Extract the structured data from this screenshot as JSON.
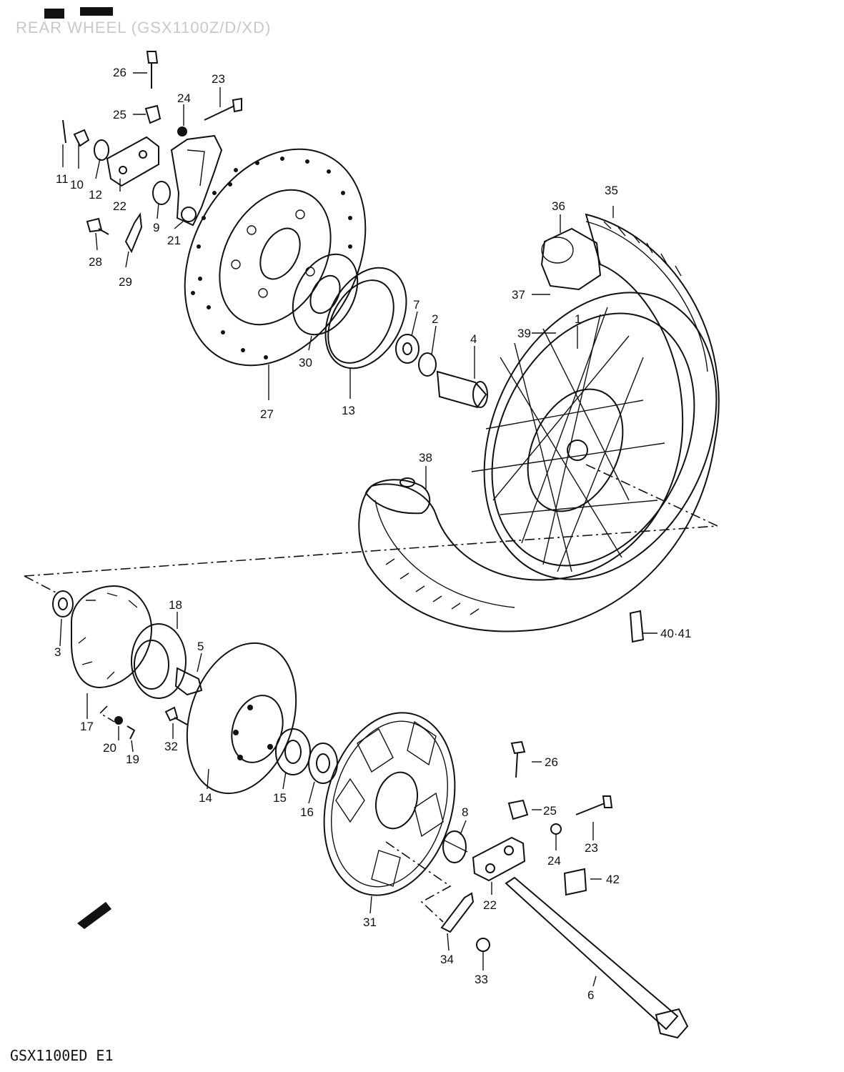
{
  "header": {
    "title": "REAR WHEEL (GSX1100Z/D/XD)"
  },
  "footer": {
    "model_code": "GSX1100ED E1"
  },
  "callouts": {
    "c1": "1",
    "c2": "2",
    "c3": "3",
    "c4": "4",
    "c5": "5",
    "c6": "6",
    "c7": "7",
    "c8": "8",
    "c9": "9",
    "c10": "10",
    "c11": "11",
    "c12": "12",
    "c13": "13",
    "c14": "14",
    "c15": "15",
    "c16": "16",
    "c17": "17",
    "c18": "18",
    "c19": "19",
    "c20": "20",
    "c21": "21",
    "c22a": "22",
    "c22b": "22",
    "c23a": "23",
    "c23b": "23",
    "c24a": "24",
    "c24b": "24",
    "c25a": "25",
    "c25b": "25",
    "c26a": "26",
    "c26b": "26",
    "c27": "27",
    "c28": "28",
    "c29": "29",
    "c30": "30",
    "c31": "31",
    "c32": "32",
    "c33": "33",
    "c34": "34",
    "c35": "35",
    "c36": "36",
    "c37": "37",
    "c38": "38",
    "c39": "39",
    "c40_41": "40·41",
    "c42": "42"
  }
}
